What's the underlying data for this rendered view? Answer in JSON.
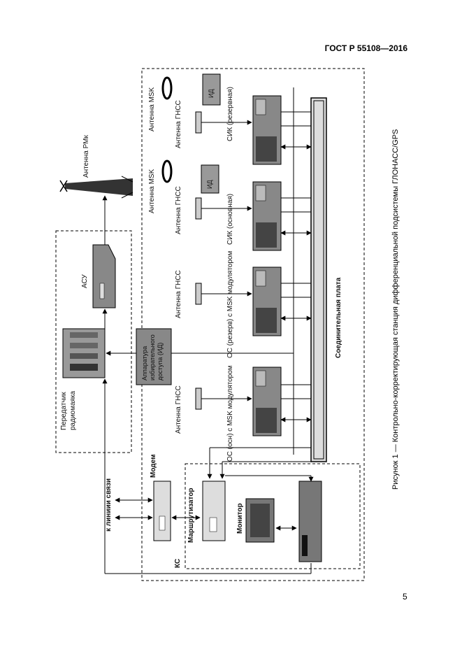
{
  "header": {
    "standard": "ГОСТ Р 55108—2016"
  },
  "page": {
    "number": "5"
  },
  "caption": {
    "text": "Рисунок 1 — Контрольно-корректирующая станция дифференциальной подсистемы ГЛОНАСС/GPS"
  },
  "diagram": {
    "antenna_rm": "Антенна РМк",
    "acu": "АСУ",
    "transmitter_l1": "Передатчик",
    "transmitter_l2": "радиомаяка",
    "id_unit_l1": "Аппаратура",
    "id_unit_l2": "избирательного",
    "id_unit_l3": "доступа (ИД)",
    "backplane": "Соединительная плата",
    "os_main": "ОС (осн) с MSK модулятором",
    "os_reserve": "ОС (резерв) с MSK модулятором",
    "sik_main": "СИК (основная)",
    "sik_reserve": "СИК (резервная)",
    "antenna_gnss": "Антенна ГНСС",
    "antenna_msk": "Антенна MSK",
    "id_box": "ИД",
    "modem": "Модем",
    "router": "Маршрутизатор",
    "monitor": "Монитор",
    "to_lines": "к линиии связи",
    "ks": "КС"
  }
}
